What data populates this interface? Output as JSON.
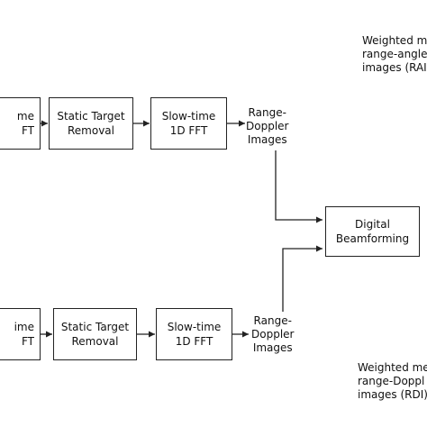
{
  "diagram": {
    "top": {
      "fft_partial_box": [
        "me",
        "FT"
      ],
      "static_target_box": [
        "Static Target",
        "Removal"
      ],
      "slow_time_box": [
        "Slow-time",
        "1D FFT"
      ],
      "output_label": [
        "Range-",
        "Doppler",
        "Images"
      ]
    },
    "bottom": {
      "fft_partial_box": [
        "ime",
        "FT"
      ],
      "static_target_box": [
        "Static Target",
        "Removal"
      ],
      "slow_time_box": [
        "Slow-time",
        "1D FFT"
      ],
      "output_label": [
        "Range-",
        "Doppler",
        "Images"
      ]
    },
    "beamforming_box": [
      "Digital",
      "Beamforming"
    ],
    "note_top": [
      "Weighted m",
      "range-angle",
      "images (RAI"
    ],
    "note_bottom": [
      "Weighted me",
      "range-Doppl",
      "images (RDI)"
    ]
  }
}
